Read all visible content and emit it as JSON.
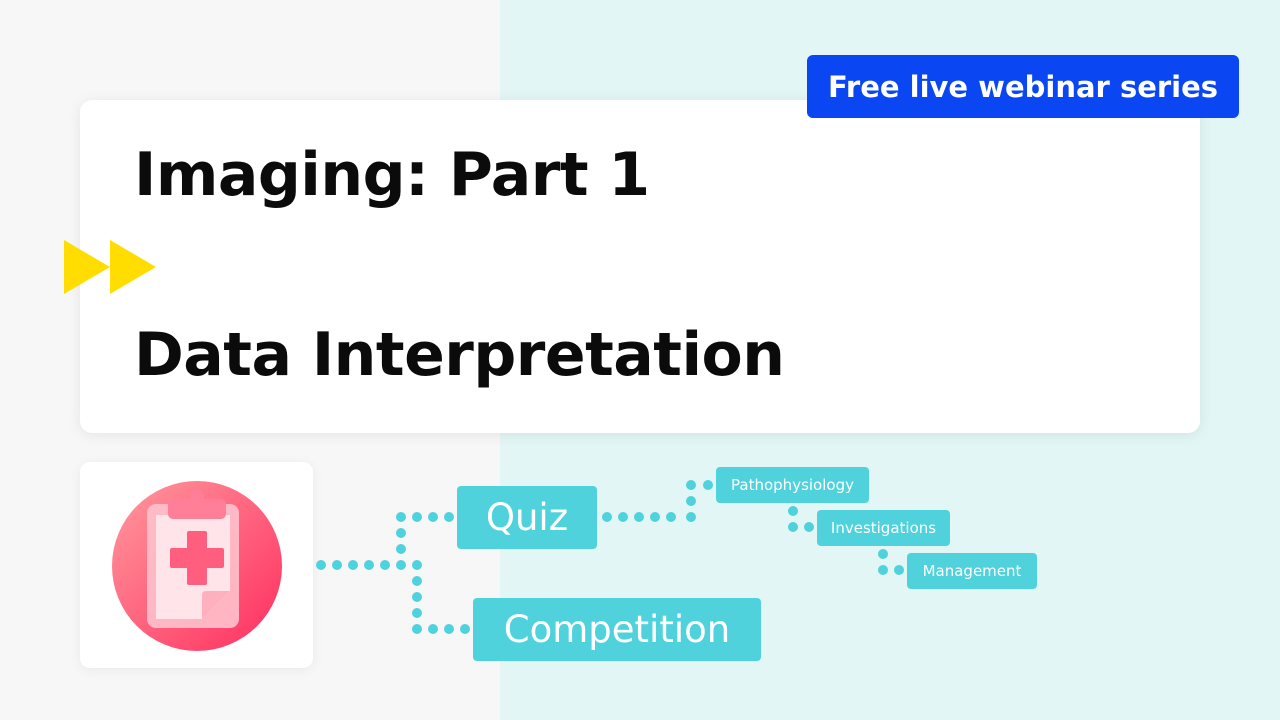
{
  "colors": {
    "bg_left": "#f7f7f7",
    "bg_right": "#e2f6f5",
    "badge": "#0a46f2",
    "teal": "#4fd2dc",
    "arrow_yellow": "#ffdd00",
    "icon_red": "#ff4a6f"
  },
  "badge": {
    "label": "Free live webinar series"
  },
  "titles": {
    "line1": "Imaging: Part 1",
    "line2": "Data Interpretation"
  },
  "icons": {
    "arrows": "fast-forward-arrows-icon",
    "clipboard": "medical-clipboard-icon"
  },
  "flow": {
    "quiz": "Quiz",
    "competition": "Competition",
    "topics": [
      "Pathophysiology",
      "Investigations",
      "Management"
    ]
  }
}
